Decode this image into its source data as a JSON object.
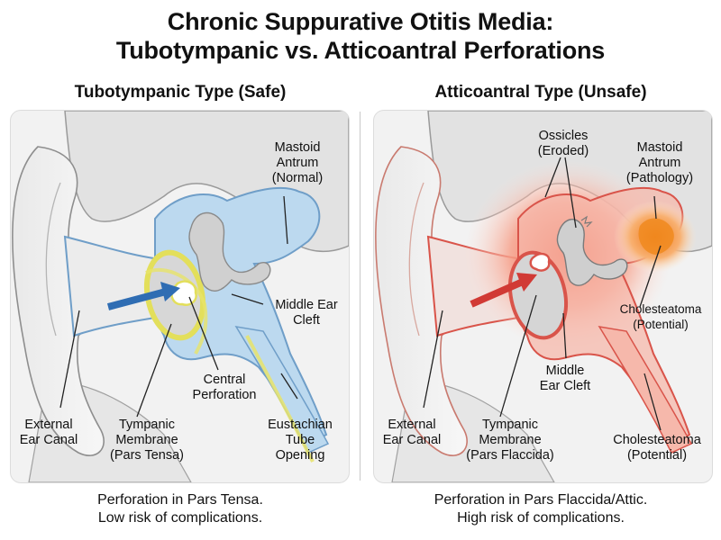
{
  "title": "Chronic Suppurative Otitis Media:\nTubotympanic vs. Atticoantral Perforations",
  "left_panel": {
    "heading": "Tubotympanic Type (Safe)",
    "labels": {
      "mastoid": "Mastoid\nAntrum\n(Normal)",
      "middle_ear": "Middle Ear\nCleft",
      "perforation": "Central\nPerforation",
      "external": "External\nEar Canal",
      "tympanic": "Tympanic\nMembrane\n(Pars Tensa)",
      "eustachian": "Eustachian\nTube\nOpening"
    },
    "caption": "Perforation in Pars Tensa.\nLow risk of complications."
  },
  "right_panel": {
    "heading": "Atticoantral Type (Unsafe)",
    "labels": {
      "ossicles": "Ossicles\n(Eroded)",
      "mastoid": "Mastoid\nAntrum\n(Pathology)",
      "cholesteatoma_1": "Cholesteatoma\n(Potential)",
      "middle_ear": "Middle\nEar Cleft",
      "external": "External\nEar Canal",
      "tympanic": "Tympanic\nMembrane\n(Pars Flaccida)",
      "cholesteatoma_2": "Cholesteatoma\n(Potential)"
    },
    "caption": "Perforation in Pars Flaccida/Attic.\nHigh risk of complications."
  },
  "colors": {
    "safe_fill": "#bcd9ef",
    "safe_edge": "#6f9ec8",
    "safe_membrane": "#e7e36a",
    "safe_arrow": "#2f6db3",
    "unsafe_fill": "#f6b8ab",
    "unsafe_edge": "#d9544a",
    "unsafe_hot": "#ee5a2a",
    "unsafe_arrow": "#d13a35",
    "bone": "#e2e2e2"
  }
}
